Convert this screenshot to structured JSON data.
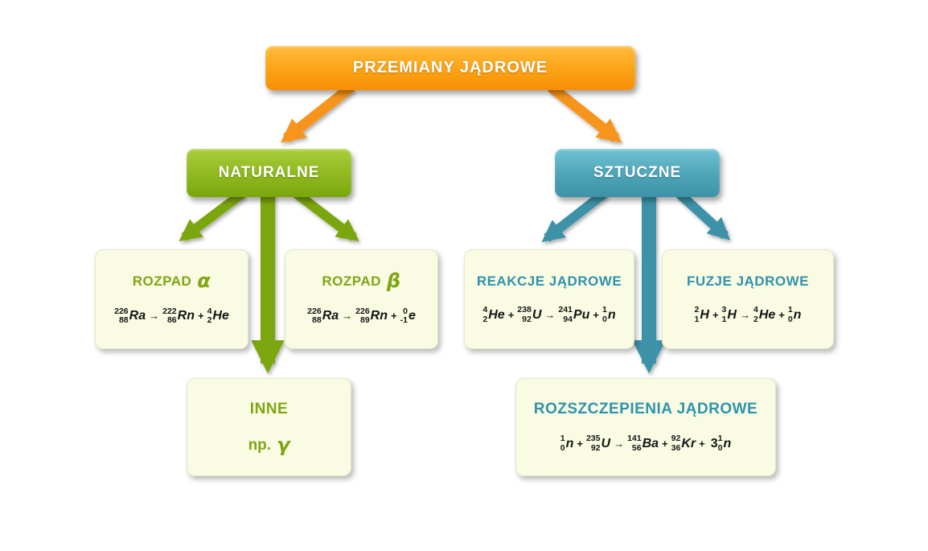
{
  "nodes": {
    "root": {
      "label": "PRZEMIANY JĄDROWE"
    },
    "naturalne": {
      "label": "NATURALNE"
    },
    "sztuczne": {
      "label": "SZTUCZNE"
    },
    "rozpad_alpha": {
      "title": "ROZPAD",
      "greek": "α",
      "equation": [
        {
          "type": "nuclide",
          "a": "226",
          "z": "88",
          "sym": "Ra"
        },
        {
          "type": "op",
          "v": "→"
        },
        {
          "type": "nuclide",
          "a": "222",
          "z": "86",
          "sym": "Rn"
        },
        {
          "type": "op",
          "v": "+"
        },
        {
          "type": "nuclide",
          "a": "4",
          "z": "2",
          "sym": "He"
        }
      ]
    },
    "rozpad_beta": {
      "title": "ROZPAD",
      "greek": "β",
      "equation": [
        {
          "type": "nuclide",
          "a": "226",
          "z": "88",
          "sym": "Ra"
        },
        {
          "type": "op",
          "v": "→"
        },
        {
          "type": "nuclide",
          "a": "226",
          "z": "89",
          "sym": "Rn"
        },
        {
          "type": "op",
          "v": "+"
        },
        {
          "type": "nuclide",
          "a": "0",
          "z": "-1",
          "sym": "e"
        }
      ]
    },
    "reakcje": {
      "title": "REAKCJE JĄDROWE",
      "equation": [
        {
          "type": "nuclide",
          "a": "4",
          "z": "2",
          "sym": "He"
        },
        {
          "type": "op",
          "v": "+"
        },
        {
          "type": "nuclide",
          "a": "238",
          "z": "92",
          "sym": "U"
        },
        {
          "type": "op",
          "v": "→"
        },
        {
          "type": "nuclide",
          "a": "241",
          "z": "94",
          "sym": "Pu"
        },
        {
          "type": "op",
          "v": "+"
        },
        {
          "type": "nuclide",
          "a": "1",
          "z": "0",
          "sym": "n"
        }
      ]
    },
    "fuzje": {
      "title": "FUZJE JĄDROWE",
      "equation": [
        {
          "type": "nuclide",
          "a": "2",
          "z": "1",
          "sym": "H"
        },
        {
          "type": "op",
          "v": "+"
        },
        {
          "type": "nuclide",
          "a": "3",
          "z": "1",
          "sym": "H"
        },
        {
          "type": "op",
          "v": "→"
        },
        {
          "type": "nuclide",
          "a": "4",
          "z": "2",
          "sym": "He"
        },
        {
          "type": "op",
          "v": "+"
        },
        {
          "type": "nuclide",
          "a": "1",
          "z": "0",
          "sym": "n"
        }
      ]
    },
    "inne": {
      "title": "INNE",
      "subtitle_prefix": "np.",
      "greek": "γ"
    },
    "rozszczepienia": {
      "title": "ROZSZCZEPIENIA JĄDROWE",
      "equation": [
        {
          "type": "nuclide",
          "a": "1",
          "z": "0",
          "sym": "n"
        },
        {
          "type": "op",
          "v": "+"
        },
        {
          "type": "nuclide",
          "a": "235",
          "z": "92",
          "sym": "U"
        },
        {
          "type": "op",
          "v": "→"
        },
        {
          "type": "nuclide",
          "a": "141",
          "z": "56",
          "sym": "Ba"
        },
        {
          "type": "op",
          "v": "+"
        },
        {
          "type": "nuclide",
          "a": "92",
          "z": "36",
          "sym": "Kr"
        },
        {
          "type": "op",
          "v": "+"
        },
        {
          "type": "coef",
          "v": "3"
        },
        {
          "type": "nuclide",
          "a": "1",
          "z": "0",
          "sym": "n"
        }
      ]
    }
  },
  "colors": {
    "orange_arrow": "#f7941d",
    "green_arrow": "#7ca60f",
    "teal_arrow": "#3c92a8",
    "leaf_background": "#fafbe3",
    "green_text": "#7fa613",
    "teal_text": "#2e93ae"
  }
}
